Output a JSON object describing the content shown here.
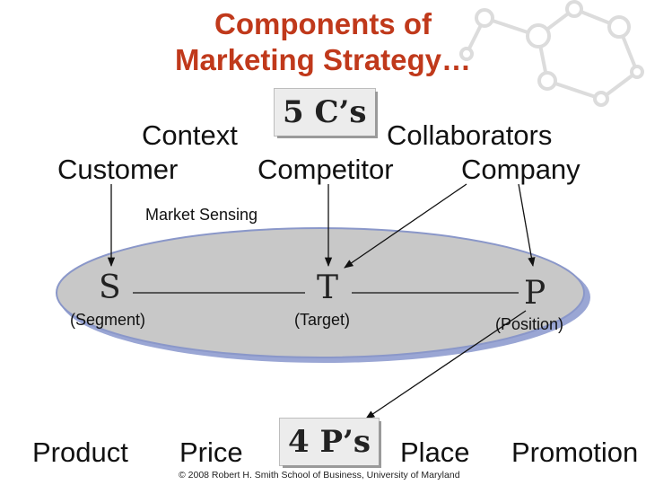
{
  "title_line1": "Components of",
  "title_line2": "Marketing Strategy…",
  "five_cs": {
    "label": "5 C’s",
    "context": "Context",
    "collaborators": "Collaborators",
    "customer": "Customer",
    "competitor": "Competitor",
    "company": "Company"
  },
  "market_sensing": "Market Sensing",
  "stp": {
    "s_letter": "S",
    "s_label": "(Segment)",
    "t_letter": "T",
    "t_label": "(Target)",
    "p_letter": "P",
    "p_label": "(Position)"
  },
  "four_ps": {
    "label": "4 P’s",
    "product": "Product",
    "price": "Price",
    "place": "Place",
    "promotion": "Promotion"
  },
  "footer": "© 2008 Robert H. Smith School of Business, University of Maryland",
  "colors": {
    "title": "#c0391b",
    "ellipse_fill": "#c8c8c8",
    "ellipse_edge": "#8a97c9",
    "decor": "#d9d9d9"
  }
}
